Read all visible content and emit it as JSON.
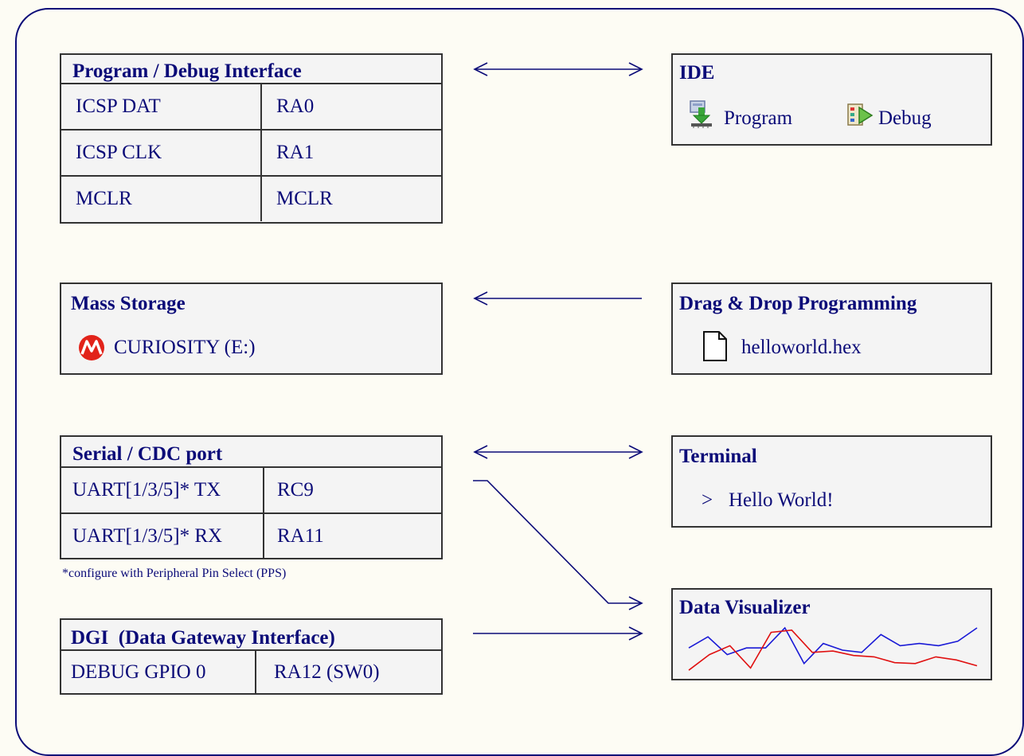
{
  "program_debug": {
    "title": "Program / Debug Interface",
    "rows": [
      {
        "signal": "ICSP DAT",
        "pin": "RA0"
      },
      {
        "signal": "ICSP CLK",
        "pin": "RA1"
      },
      {
        "signal": "MCLR",
        "pin": "MCLR"
      }
    ]
  },
  "ide": {
    "title": "IDE",
    "program_label": "Program",
    "debug_label": "Debug"
  },
  "mass_storage": {
    "title": "Mass Storage",
    "drive_label": "CURIOSITY (E:)"
  },
  "drag_drop": {
    "title": "Drag & Drop Programming",
    "file_label": "helloworld.hex"
  },
  "serial": {
    "title": "Serial / CDC port",
    "rows": [
      {
        "signal": "UART[1/3/5]* TX",
        "pin": "RC9"
      },
      {
        "signal": "UART[1/3/5]* RX",
        "pin": "RA11"
      }
    ],
    "footnote": "*configure with Peripheral Pin Select (PPS)"
  },
  "terminal": {
    "title": "Terminal",
    "prompt": ">",
    "output": "Hello World!"
  },
  "dgi": {
    "title": "DGI  (Data Gateway Interface)",
    "rows": [
      {
        "signal": "DEBUG GPIO 0",
        "pin": "RA12 (SW0)"
      }
    ]
  },
  "data_visualizer": {
    "title": "Data Visualizer",
    "series": [
      {
        "color": "#1a1ad6",
        "values": [
          0.55,
          0.8,
          0.4,
          0.55,
          0.55,
          1.0,
          0.2,
          0.65,
          0.5,
          0.45,
          0.85,
          0.6,
          0.65,
          0.6,
          0.7,
          1.0
        ]
      },
      {
        "color": "#e01010",
        "values": [
          0.05,
          0.4,
          0.6,
          0.1,
          0.9,
          0.95,
          0.45,
          0.48,
          0.38,
          0.35,
          0.22,
          0.2,
          0.35,
          0.28,
          0.15
        ]
      }
    ]
  },
  "colors": {
    "ink": "#0b0b78",
    "box_border": "#333333",
    "box_fill": "#f4f4f4",
    "background": "#fdfcf4"
  }
}
